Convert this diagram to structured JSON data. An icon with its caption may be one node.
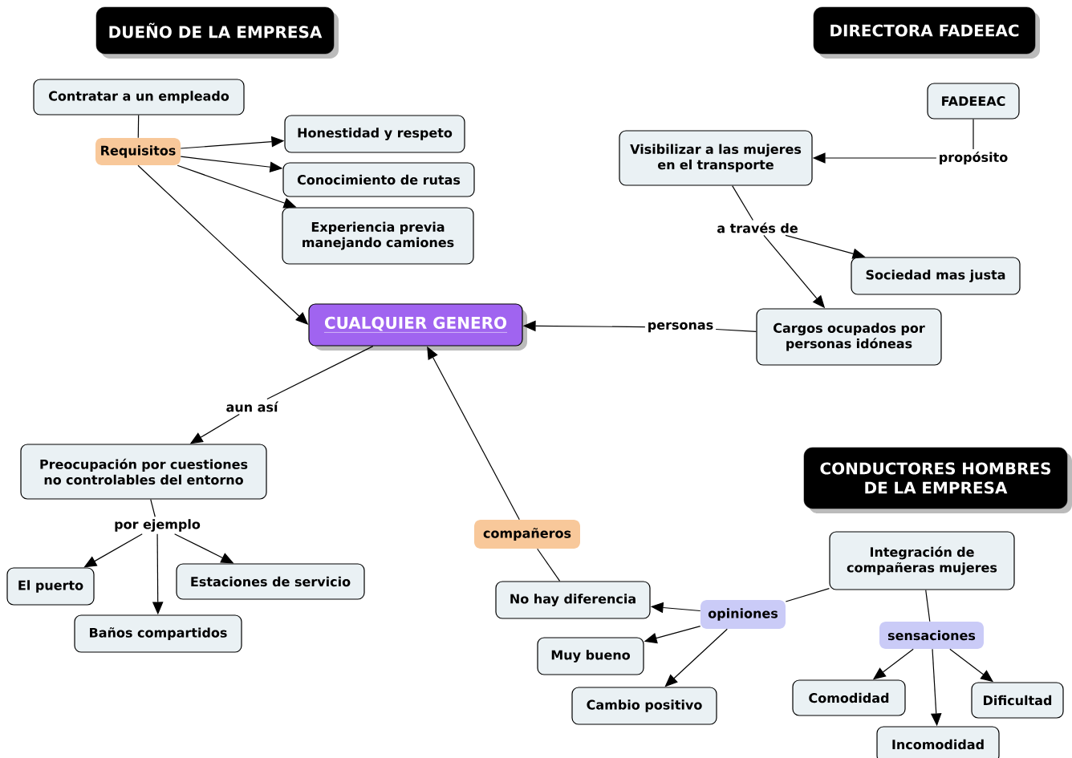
{
  "diagram": {
    "nodes": [
      {
        "text": [
          "DUEÑO DE LA EMPRESA"
        ]
      },
      {
        "text": [
          "DIRECTORA FADEEAC"
        ]
      },
      {
        "text": [
          "CONDUCTORES HOMBRES DE LA EMPRESA"
        ]
      },
      {
        "text": [
          "Contratar a un empleado"
        ]
      },
      {
        "text": [
          "Requisitos"
        ]
      },
      {
        "text": [
          "Honestidad y respeto"
        ]
      },
      {
        "text": [
          "Conocimiento de rutas"
        ]
      },
      {
        "text": [
          "Experiencia previa manejando camiones"
        ]
      },
      {
        "text": [
          "CUALQUIER GENERO"
        ]
      },
      {
        "text": [
          "FADEEAC"
        ]
      },
      {
        "text": [
          "propósito"
        ]
      },
      {
        "text": [
          "Visibilizar a las mujeres en el transporte"
        ]
      },
      {
        "text": [
          "a través de"
        ]
      },
      {
        "text": [
          "Sociedad mas justa"
        ]
      },
      {
        "text": [
          "Cargos ocupados por personas idóneas"
        ]
      },
      {
        "text": [
          "personas"
        ]
      },
      {
        "text": [
          "aun así"
        ]
      },
      {
        "text": [
          "Preocupación por cuestiones no controlables del entorno"
        ]
      },
      {
        "text": [
          "por ejemplo"
        ]
      },
      {
        "text": [
          "El puerto"
        ]
      },
      {
        "text": [
          "Estaciones de servicio"
        ]
      },
      {
        "text": [
          "Baños compartidos"
        ]
      },
      {
        "text": [
          "compañeros"
        ]
      },
      {
        "text": [
          "No hay diferencia"
        ]
      },
      {
        "text": [
          "opiniones"
        ]
      },
      {
        "text": [
          "Muy bueno"
        ]
      },
      {
        "text": [
          "Cambio positivo"
        ]
      },
      {
        "text": [
          "Integración de compañeras mujeres"
        ]
      },
      {
        "text": [
          "sensaciones"
        ]
      },
      {
        "text": [
          "Comodidad"
        ]
      },
      {
        "text": [
          "Incomodidad"
        ]
      },
      {
        "text": [
          "Dificultad"
        ]
      }
    ],
    "edges": [
      {
        "from": 3,
        "to": 4,
        "arrow": "none"
      },
      {
        "from": 4,
        "to": 5,
        "arrow": "to"
      },
      {
        "from": 4,
        "to": 6,
        "arrow": "to"
      },
      {
        "from": 4,
        "to": 7,
        "arrow": "to"
      },
      {
        "from": 4,
        "to": 8,
        "arrow": "to"
      },
      {
        "from": 9,
        "to": 10,
        "arrow": "none"
      },
      {
        "from": 10,
        "to": 11,
        "arrow": "to"
      },
      {
        "from": 11,
        "to": 12,
        "arrow": "none"
      },
      {
        "from": 12,
        "to": 13,
        "arrow": "to"
      },
      {
        "from": 12,
        "to": 14,
        "arrow": "to"
      },
      {
        "from": 14,
        "to": 15,
        "arrow": "none"
      },
      {
        "from": 15,
        "to": 8,
        "arrow": "to"
      },
      {
        "from": 8,
        "to": 16,
        "arrow": "none"
      },
      {
        "from": 16,
        "to": 17,
        "arrow": "to"
      },
      {
        "from": 17,
        "to": 18,
        "arrow": "none"
      },
      {
        "from": 18,
        "to": 19,
        "arrow": "to"
      },
      {
        "from": 18,
        "to": 21,
        "arrow": "to"
      },
      {
        "from": 18,
        "to": 20,
        "arrow": "to"
      },
      {
        "from": 23,
        "to": 22,
        "arrow": "none"
      },
      {
        "from": 22,
        "to": 8,
        "arrow": "to"
      },
      {
        "from": 27,
        "to": 24,
        "arrow": "none"
      },
      {
        "from": 24,
        "to": 23,
        "arrow": "to"
      },
      {
        "from": 24,
        "to": 25,
        "arrow": "to"
      },
      {
        "from": 24,
        "to": 26,
        "arrow": "to"
      },
      {
        "from": 27,
        "to": 28,
        "arrow": "none"
      },
      {
        "from": 28,
        "to": 29,
        "arrow": "to"
      },
      {
        "from": 28,
        "to": 30,
        "arrow": "to"
      },
      {
        "from": 28,
        "to": 31,
        "arrow": "to"
      }
    ]
  }
}
